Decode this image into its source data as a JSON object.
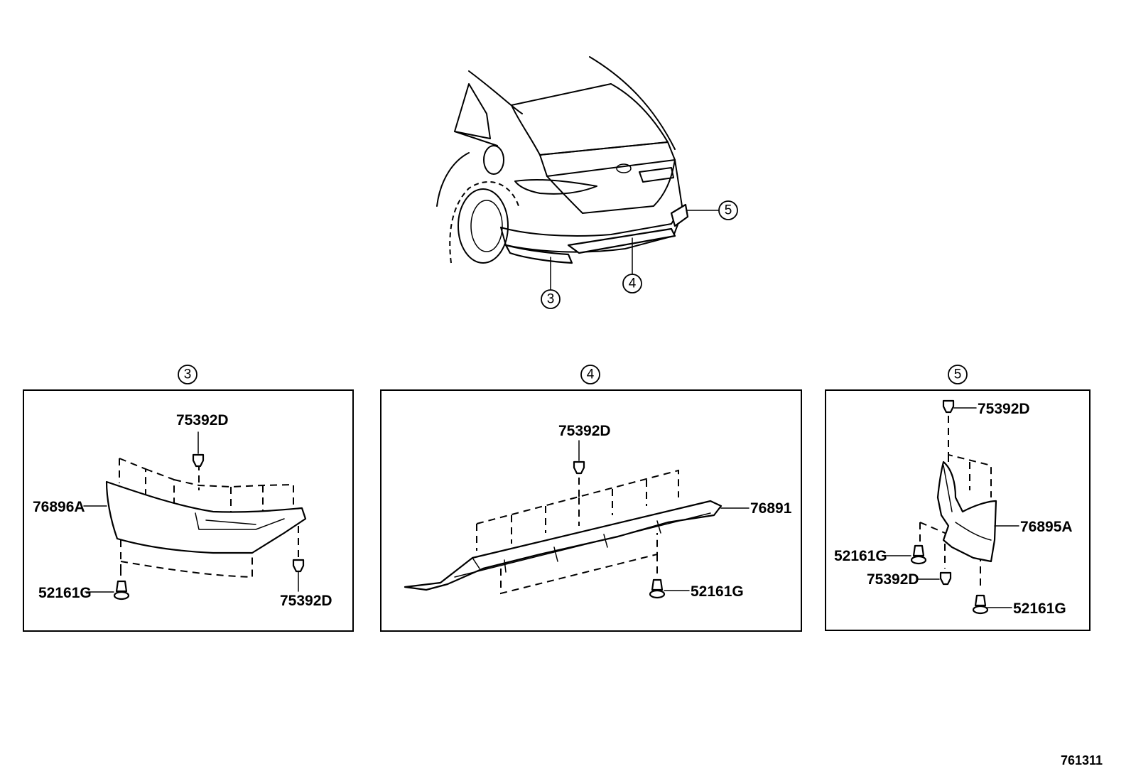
{
  "overview": {
    "callouts": [
      "3",
      "4",
      "5"
    ]
  },
  "panels": [
    {
      "index": "3",
      "labels": {
        "part": "76896A",
        "clip_top": "75392D",
        "screw": "52161G",
        "clip_side": "75392D"
      }
    },
    {
      "index": "4",
      "labels": {
        "part": "76891",
        "clip_top": "75392D",
        "screw": "52161G"
      }
    },
    {
      "index": "5",
      "labels": {
        "part": "76895A",
        "clip_top": "75392D",
        "screw_left": "52161G",
        "clip_mid": "75392D",
        "screw_bottom": "52161G"
      }
    }
  ],
  "figure_number": "761311"
}
